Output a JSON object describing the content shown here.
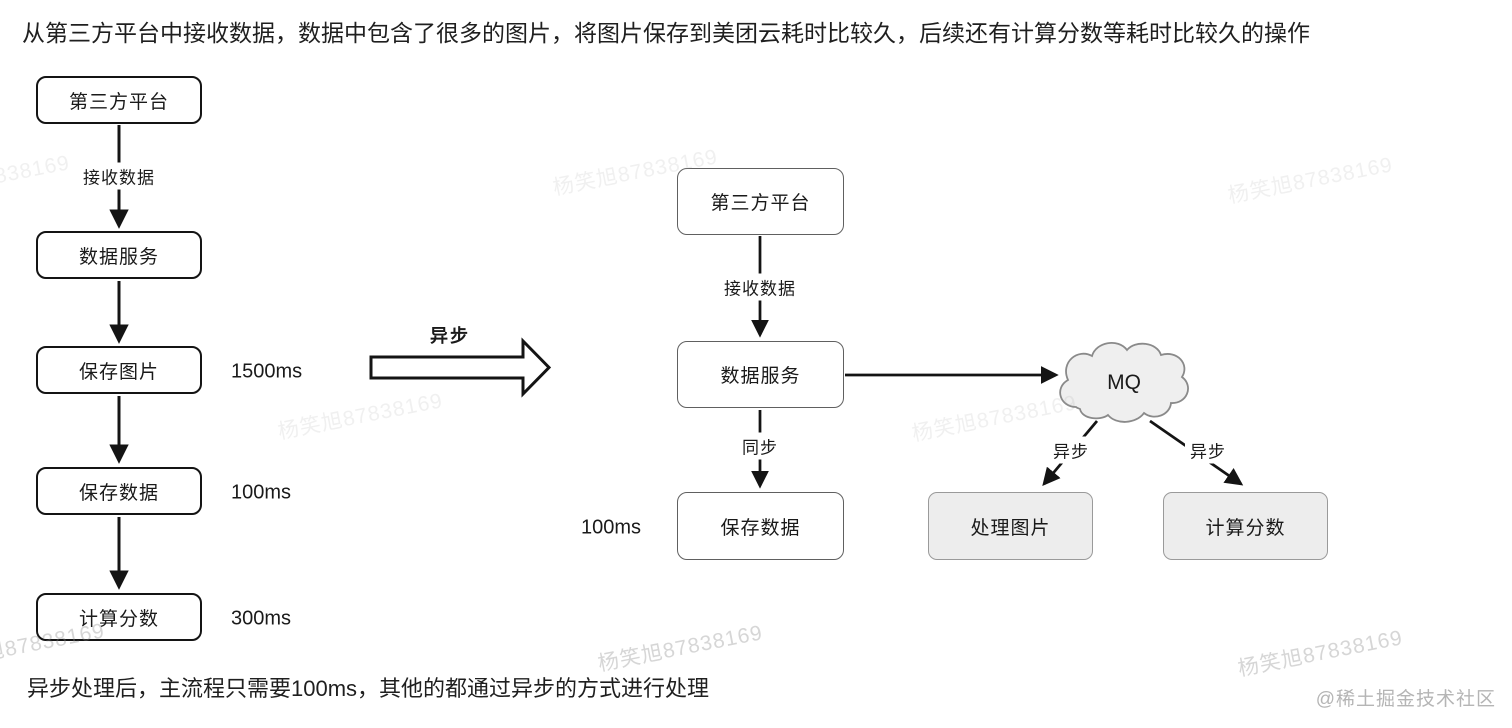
{
  "notes": {
    "top": "从第三方平台中接收数据，数据中包含了很多的图片，将图片保存到美团云耗时比较久，后续还有计算分数等耗时比较久的操作",
    "bottom": "异步处理后，主流程只需要100ms，其他的都通过异步的方式进行处理"
  },
  "transition": {
    "label": "异步"
  },
  "sync_flow": {
    "nodes": [
      {
        "label": "第三方平台"
      },
      {
        "label": "数据服务"
      },
      {
        "label": "保存图片",
        "duration": "1500ms"
      },
      {
        "label": "保存数据",
        "duration": "100ms"
      },
      {
        "label": "计算分数",
        "duration": "300ms"
      }
    ],
    "edge_label": "接收数据"
  },
  "async_flow": {
    "nodes": {
      "third_party": "第三方平台",
      "data_service": "数据服务",
      "save_data": "保存数据",
      "process_images": "处理图片",
      "compute_score": "计算分数"
    },
    "mq_label": "MQ",
    "edge_labels": {
      "receive": "接收数据",
      "sync": "同步",
      "async_left": "异步",
      "async_right": "异步"
    },
    "save_data_duration": "100ms"
  },
  "watermark": {
    "text": "杨笑旭87838169",
    "credit": "@稀土掘金技术社区"
  },
  "colors": {
    "ink": "#141414",
    "box_border_gray": "#606060",
    "gray_fill": "#ededed",
    "gray_border": "#9a9a9a",
    "cloud_fill": "#efefef",
    "cloud_border": "#8a8a8a",
    "credit_gray": "#b5b5b5"
  }
}
